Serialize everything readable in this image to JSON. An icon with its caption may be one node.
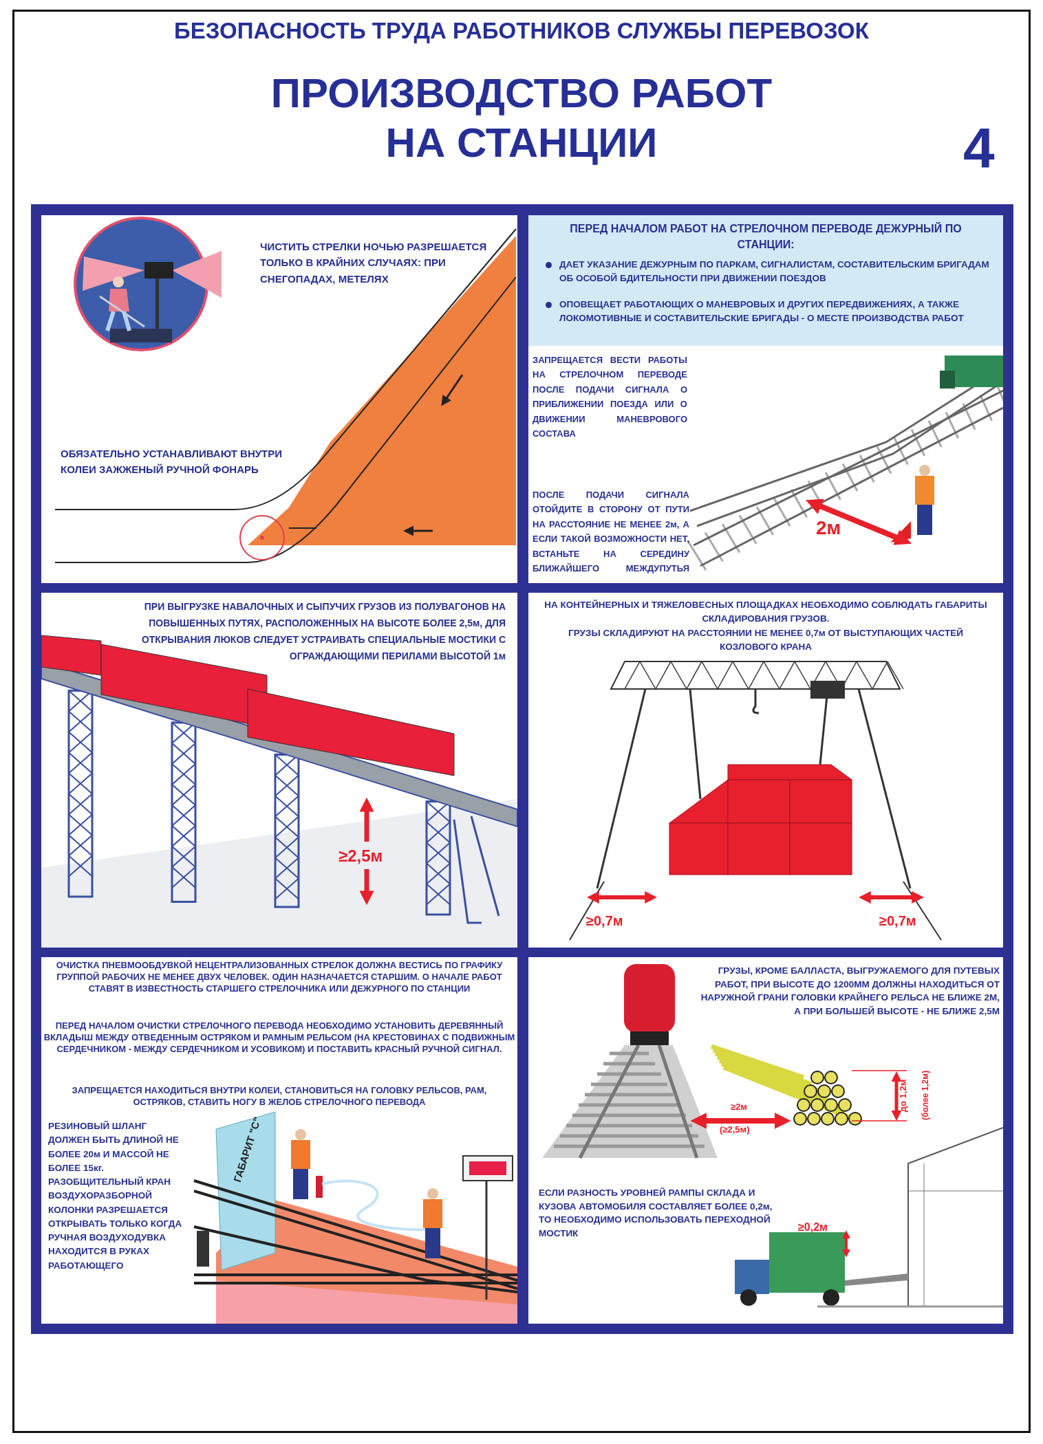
{
  "diagram": {
    "title": "ПРОИЗВОДСТВО РАБОТ НА СТАНЦИИ",
    "nodes": [
      {
        "text": [
          "ЧИСТИТЬ СТРЕЛКИ НОЧЬЮ РАЗРЕШАЕТСЯ ТОЛЬКО В КРАЙНИХ СЛУЧАЯХ: ПРИ СНЕГОПАДАХ, МЕТЕЛЯХ",
          "ОБЯЗАТЕЛЬНО УСТАНАВЛИВАЮТ ВНУТРИ КОЛЕИ ЗАЖЖЕНЫЙ РУЧНОЙ ФОНАРЬ"
        ]
      },
      {
        "text": [
          "ПЕРЕД НАЧАЛОМ РАБОТ НА СТРЕЛОЧНОМ ПЕРЕВОДЕ ДЕЖУРНЫЙ ПО СТАНЦИИ:",
          "ДАЕТ УКАЗАНИЕ ДЕЖУРНЫМ ПО ПАРКАМ, СИГНАЛИСТАМ, СОСТАВИТЕЛЬСКИМ БРИГАДАМ ОБ ОСОБОЙ БДИТЕЛЬНОСТИ ПРИ ДВИЖЕНИИ ПОЕЗДОВ",
          "ОПОВЕЩАЕТ РАБОТАЮЩИХ О МАНЕВРОВЫХ И ДРУГИХ ПЕРЕДВИЖЕНИЯХ, А ТАКЖЕ ЛОКОМОТИВНЫЕ И СОСТАВИТЕЛЬСКИЕ БРИГАДЫ - О МЕСТЕ ПРОИЗВОДСТВА РАБОТ",
          "ЗАПРЕЩАЕТСЯ ВЕСТИ РАБОТЫ НА СТРЕЛОЧНОМ ПЕРЕВОДЕ ПОСЛЕ ПОДАЧИ СИГНАЛА О ПРИБЛИЖЕНИИ ПОЕЗДА ИЛИ О ДВИЖЕНИИ МАНЕВРОВОГО СОСТАВА",
          "ПОСЛЕ ПОДАЧИ СИГНАЛА ОТОЙДИТЕ В СТОРОНУ ОТ ПУТИ НА РАССТОЯНИЕ НЕ МЕНЕЕ 2м, А ЕСЛИ ТАКОЙ ВОЗМОЖНОСТИ НЕТ, ВСТАНЬТЕ НА СЕРЕДИНУ БЛИЖАЙШЕГО МЕЖДУПУТЬЯ"
        ]
      },
      {
        "text": [
          "ПРИ ВЫГРУЗКЕ НАВАЛОЧНЫХ И СЫПУЧИХ ГРУЗОВ ИЗ ПОЛУВАГОНОВ НА ПОВЫШЕННЫХ ПУТЯХ, РАСПОЛОЖЕННЫХ НА ВЫСОТЕ БОЛЕЕ 2,5м, ДЛЯ ОТКРЫВАНИЯ ЛЮКОВ СЛЕДУЕТ УСТРАИВАТЬ СПЕЦИАЛЬНЫЕ МОСТИКИ С ОГРАЖДАЮЩИМИ ПЕРИЛАМИ ВЫСОТОЙ 1м"
        ]
      },
      {
        "text": [
          "НА КОНТЕЙНЕРНЫХ И ТЯЖЕЛОВЕСНЫХ ПЛОЩАДКАХ НЕОБХОДИМО СОБЛЮДАТЬ ГАБАРИТЫ СКЛАДИРОВАНИЯ ГРУЗОВ.",
          "ГРУЗЫ СКЛАДИРУЮТ НА РАССТОЯНИИ НЕ МЕНЕЕ 0,7м ОТ ВЫСТУПАЮЩИХ ЧАСТЕЙ КОЗЛОВОГО КРАНА"
        ]
      },
      {
        "text": [
          "ОЧИСТКА ПНЕВМООБДУВКОЙ НЕЦЕНТРАЛИЗОВАННЫХ СТРЕЛОК ДОЛЖНА ВЕСТИСЬ ПО ГРАФИКУ ГРУППОЙ РАБОЧИХ НЕ МЕНЕЕ ДВУХ ЧЕЛОВЕК. ОДИН НАЗНАЧАЕТСЯ СТАРШИМ. О НАЧАЛЕ РАБОТ СТАВЯТ В ИЗВЕСТНОСТЬ СТАРШЕГО СТРЕЛОЧНИКА ИЛИ ДЕЖУРНОГО ПО СТАНЦИИ",
          "ПЕРЕД НАЧАЛОМ ОЧИСТКИ СТРЕЛОЧНОГО ПЕРЕВОДА НЕОБХОДИМО УСТАНОВИТЬ ДЕРЕВЯННЫЙ ВКЛАДЫШ МЕЖДУ ОТВЕДЕННЫМ ОСТРЯКОМ И РАМНЫМ РЕЛЬСОМ (НА КРЕСТОВИНАХ С ПОДВИЖНЫМ СЕРДЕЧНИКОМ - МЕЖДУ СЕРДЕЧНИКОМ И УСОВИКОМ) И ПОСТАВИТЬ КРАСНЫЙ РУЧНОЙ СИГНАЛ.",
          "ЗАПРЕЩАЕТСЯ НАХОДИТЬСЯ ВНУТРИ КОЛЕИ, СТАНОВИТЬСЯ НА ГОЛОВКУ РЕЛЬСОВ, РАМ, ОСТРЯКОВ, СТАВИТЬ НОГУ В ЖЕЛОБ СТРЕЛОЧНОГО ПЕРЕВОДА",
          "РЕЗИНОВЫЙ ШЛАНГ ДОЛЖЕН БЫТЬ ДЛИНОЙ НЕ БОЛЕЕ 20м И МАССОЙ НЕ БОЛЕЕ 15кг. РАЗОБЩИТЕЛЬНЫЙ КРАН ВОЗДУХОРАЗБОРНОЙ КОЛОНКИ РАЗРЕШАЕТСЯ ОТКРЫВАТЬ ТОЛЬКО КОГДА РУЧНАЯ ВОЗДУХОДУВКА НАХОДИТСЯ В РУКАХ РАБОТАЮЩЕГО"
        ]
      },
      {
        "text": [
          "ГРУЗЫ, КРОМЕ БАЛЛАСТА, ВЫГРУЖАЕМОГО ДЛЯ ПУТЕВЫХ РАБОТ, ПРИ ВЫСОТЕ ДО 1200ММ ДОЛЖНЫ НАХОДИТЬСЯ ОТ НАРУЖНОЙ ГРАНИ ГОЛОВКИ КРАЙНЕГО РЕЛЬСА НЕ БЛИЖЕ 2М, А ПРИ БОЛЬШЕЙ ВЫСОТЕ - НЕ БЛИЖЕ 2,5М",
          "ЕСЛИ РАЗНОСТЬ УРОВНЕЙ РАМПЫ СКЛАДА И КУЗОВА АВТОМОБИЛЯ СОСТАВЛЯЕТ БОЛЕЕ 0,2м, ТО НЕОБХОДИМО ИСПОЛЬЗОВАТЬ ПЕРЕХОДНОЙ МОСТИК"
        ]
      }
    ],
    "labels": [
      "БЕЗОПАСНОСТЬ ТРУДА РАБОТНИКОВ СЛУЖБЫ ПЕРЕВОЗОК",
      "4",
      "2м",
      "≥2,5м",
      "≥0,7м",
      "≥0,7м",
      "ГАБАРИТ \"С\"",
      "≥2м",
      "(≥2,5м)",
      "до 1,2м",
      "(более 1,2м)",
      "≥0,2м"
    ]
  }
}
